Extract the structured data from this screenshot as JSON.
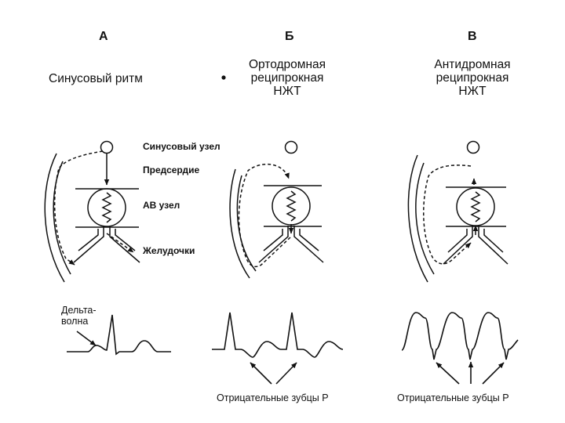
{
  "panels": {
    "a": {
      "letter": "А",
      "title": "Синусовый ритм"
    },
    "b": {
      "letter": "Б",
      "title_lines": [
        "Ортодромная",
        "реципрокная",
        "НЖТ"
      ]
    },
    "c": {
      "letter": "В",
      "title_lines": [
        "Антидромная",
        "реципрокная",
        "НЖТ"
      ]
    }
  },
  "labels": {
    "sinus_node": "Синусовый узел",
    "atrium": "Предсердие",
    "av_node": "АВ узел",
    "ventricles": "Желудочки"
  },
  "ecg": {
    "delta_wave_lines": [
      "Дельта-",
      "волна"
    ],
    "negative_p_b": "Отрицательные зубцы P",
    "negative_p_c": "Отрицательные зубцы P"
  }
}
